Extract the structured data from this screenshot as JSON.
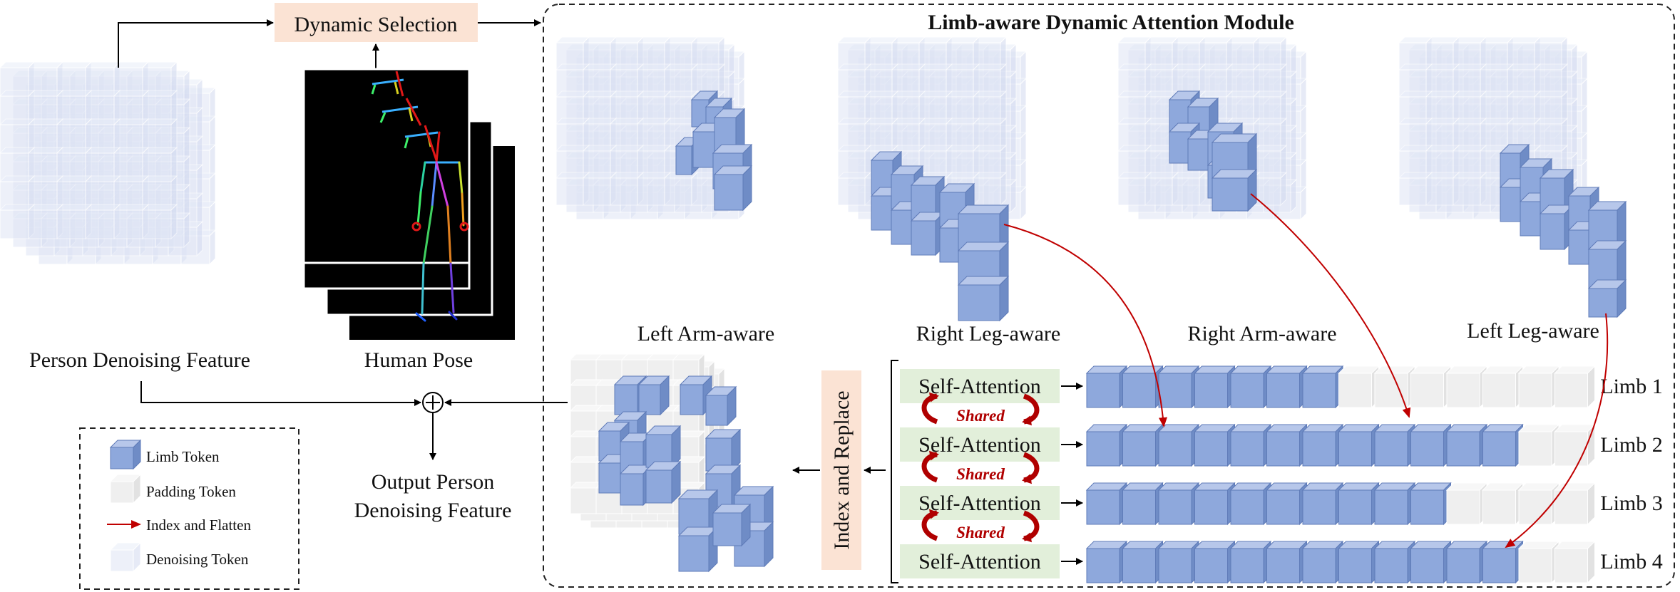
{
  "title": "Limb-aware Dynamic Attention Module",
  "dynamic_selection": "Dynamic Selection",
  "person_feature_label": "Person Denoising Feature",
  "human_pose_label": "Human Pose",
  "output_label_line1": "Output Person",
  "output_label_line2": "Denoising Feature",
  "index_replace_label": "Index and Replace",
  "limb_views": [
    {
      "label": "Left Arm-aware"
    },
    {
      "label": "Right Leg-aware"
    },
    {
      "label": "Right Arm-aware"
    },
    {
      "label": "Left Leg-aware"
    }
  ],
  "self_attention_label": "Self-Attention",
  "shared_label": "Shared",
  "rows": [
    {
      "limb": "Limb 1",
      "limb_tokens": 7,
      "padding_tokens": 7
    },
    {
      "limb": "Limb 2",
      "limb_tokens": 12,
      "padding_tokens": 2
    },
    {
      "limb": "Limb 3",
      "limb_tokens": 10,
      "padding_tokens": 4
    },
    {
      "limb": "Limb 4",
      "limb_tokens": 12,
      "padding_tokens": 2
    }
  ],
  "legend": {
    "limb_token": "Limb Token",
    "padding_token": "Padding Token",
    "index_flatten": "Index and Flatten",
    "denoising_token": "Denoising Token"
  },
  "colors": {
    "limb_front": "#8ea8dc",
    "limb_top": "#b7c7ea",
    "limb_side": "#6f8cc6",
    "padding": "#efefef",
    "denoising": "#dfe5f5",
    "selection_bg": "#fbe3d4",
    "attention_bg": "#e2efda",
    "arrow_red": "#c00000"
  }
}
